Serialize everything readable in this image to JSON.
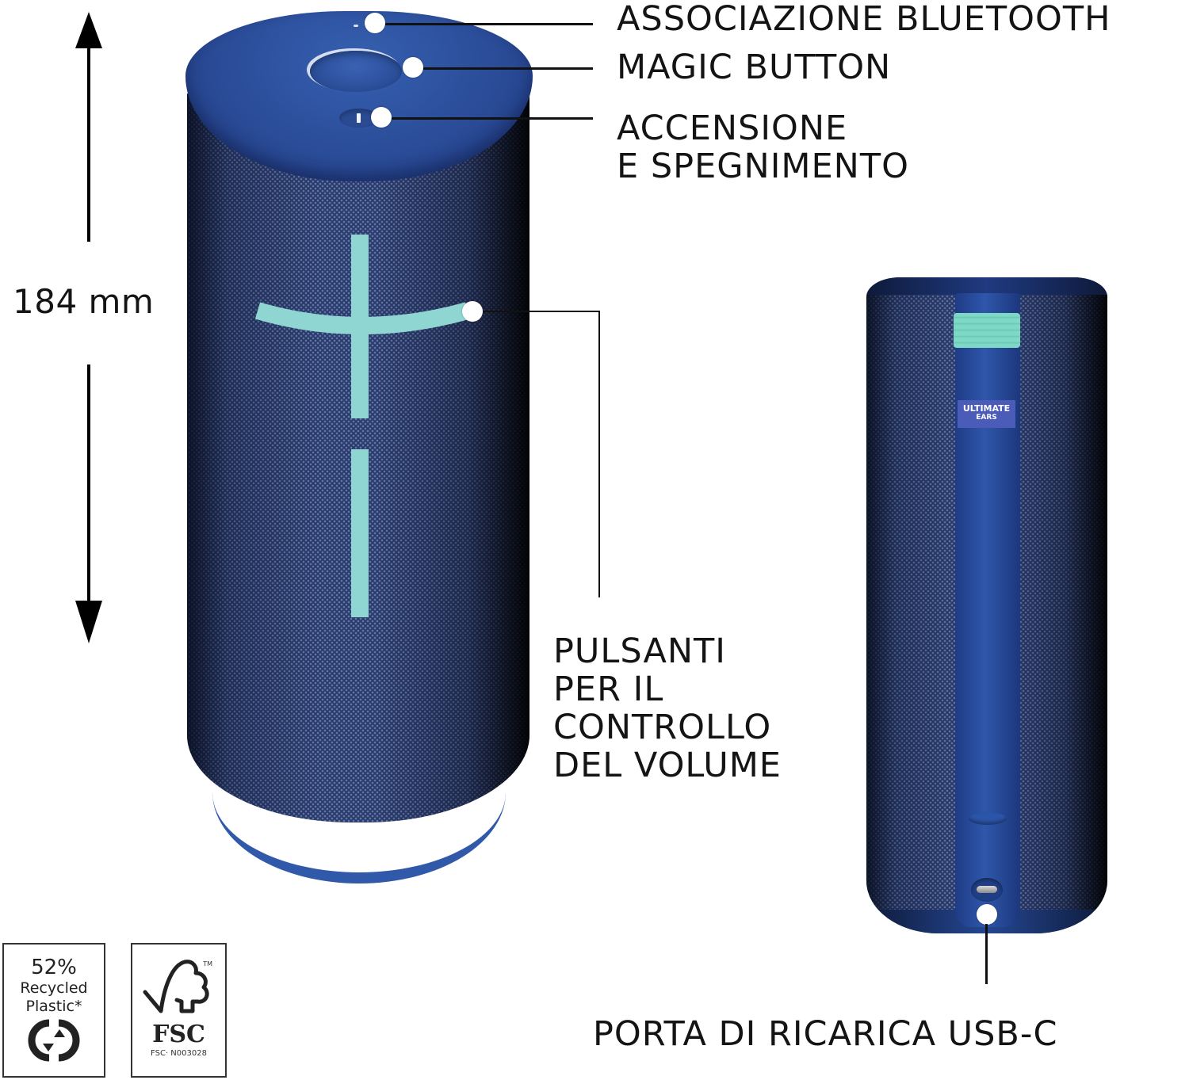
{
  "callouts": {
    "bluetooth": "ASSOCIAZIONE BLUETOOTH",
    "magic_button": "MAGIC BUTTON",
    "power": "ACCENSIONE\nE SPEGNIMENTO",
    "volume": "PULSANTI\nPER IL\nCONTROLLO\nDEL VOLUME",
    "usb_c": "PORTA DI RICARICA USB-C"
  },
  "dimension": {
    "height_label": "184 mm"
  },
  "product": {
    "brand_tag_line1": "ULTIMATE",
    "brand_tag_line2": "EARS",
    "icons": [
      "plus-icon",
      "minus-icon",
      "power-icon",
      "magic-button-icon",
      "bluetooth-indicator-icon",
      "usb-c-port-icon"
    ]
  },
  "badges": {
    "recycled": {
      "percent": "52%",
      "line1": "Recycled",
      "line2": "Plastic*",
      "icon": "recycle-arrows-icon"
    },
    "fsc": {
      "tm": "TM",
      "logo_text": "FSC",
      "code": "FSC· N003028",
      "icon": "fsc-tree-check-icon"
    }
  },
  "colors": {
    "speaker_blue": "#2c4a9a",
    "cap_blue": "#2d4f9e",
    "fabric_navy": "#1c2848",
    "volume_teal": "#8fd6d2",
    "loop_mint": "#7ed8c6",
    "tag_blue": "#4a5bb8"
  }
}
